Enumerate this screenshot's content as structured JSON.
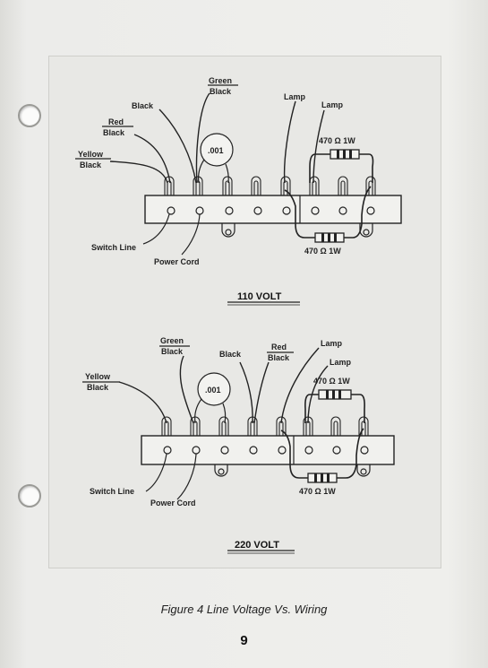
{
  "figure": {
    "caption": "Figure 4  Line Voltage Vs. Wiring",
    "page_number": "9"
  },
  "diagram_110": {
    "title": "110 VOLT",
    "labels": {
      "green": "Green",
      "black_top": "Black",
      "black": "Black",
      "red": "Red",
      "red_black": "Black",
      "yellow": "Yellow",
      "yellow_black": "Black",
      "lamp1": "Lamp",
      "lamp2": "Lamp",
      "capacitor": ".001",
      "resistor_top": "470 Ω  1W",
      "resistor_bottom": "470 Ω  1W",
      "switch_line": "Switch Line",
      "power_cord": "Power Cord"
    }
  },
  "diagram_220": {
    "title": "220 VOLT",
    "labels": {
      "green": "Green",
      "green_black": "Black",
      "black": "Black",
      "red": "Red",
      "red_black": "Black",
      "yellow": "Yellow",
      "yellow_black": "Black",
      "lamp1": "Lamp",
      "lamp2": "Lamp",
      "capacitor": ".001",
      "resistor_top": "470 Ω  1W",
      "resistor_bottom": "470 Ω  1W",
      "switch_line": "Switch Line",
      "power_cord": "Power Cord"
    }
  }
}
